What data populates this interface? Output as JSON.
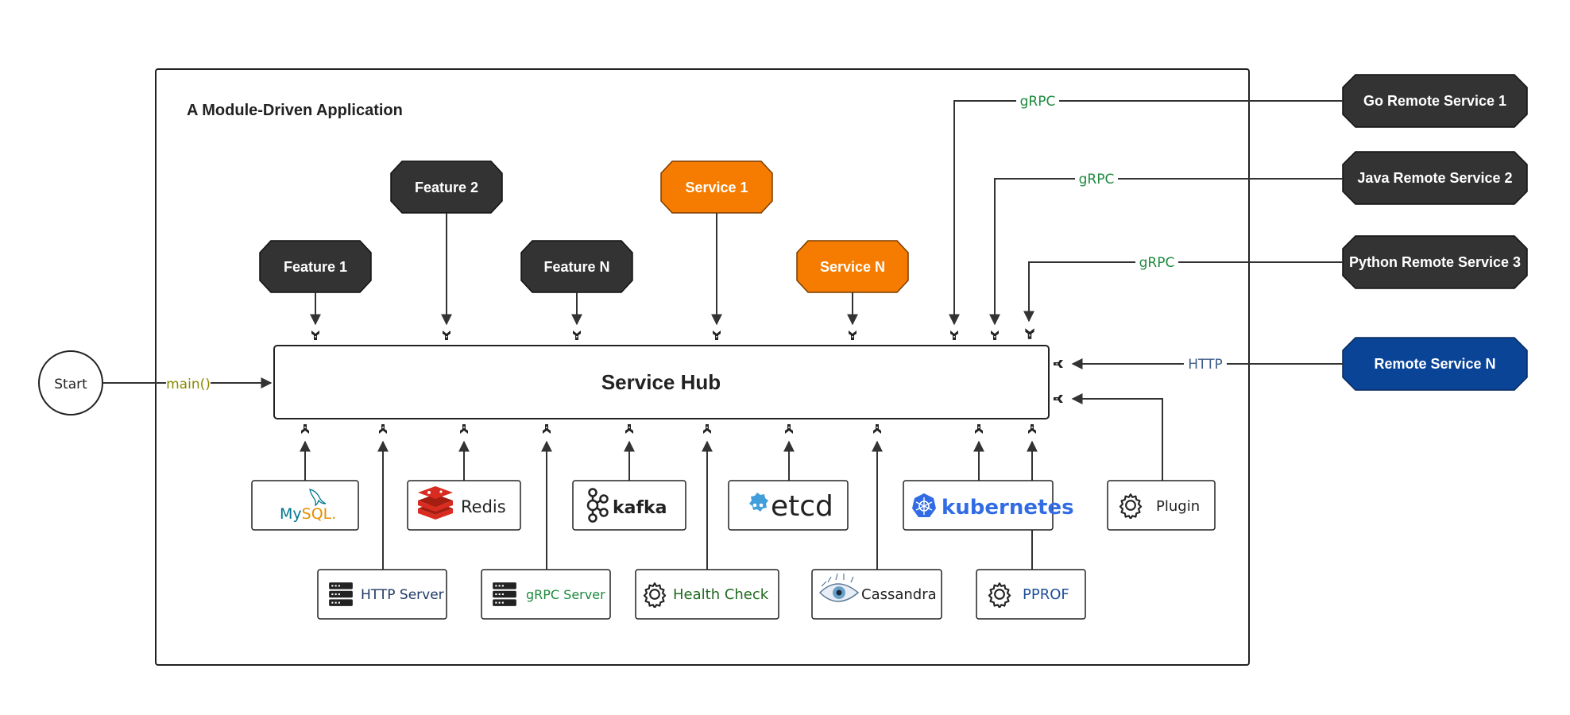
{
  "app_title": "A Module-Driven Application",
  "start": {
    "label": "Start",
    "arrow_label": "main()"
  },
  "hub": {
    "label": "Service Hub"
  },
  "features": [
    {
      "label": "Feature 1"
    },
    {
      "label": "Feature 2"
    },
    {
      "label": "Feature N"
    }
  ],
  "services": [
    {
      "label": "Service 1"
    },
    {
      "label": "Service N"
    }
  ],
  "remote_services": [
    {
      "label": "Go Remote Service 1",
      "protocol": "gRPC"
    },
    {
      "label": "Java Remote Service 2",
      "protocol": "gRPC"
    },
    {
      "label": "Python Remote Service 3",
      "protocol": "gRPC"
    },
    {
      "label": "Remote Service N",
      "protocol": "HTTP"
    }
  ],
  "components_top_row": [
    {
      "label": "MySQL",
      "icon": "mysql-dolphin-logo"
    },
    {
      "label": "Redis",
      "icon": "redis-logo"
    },
    {
      "label": "kafka",
      "icon": "kafka-logo"
    },
    {
      "label": "etcd",
      "icon": "etcd-logo"
    },
    {
      "label": "kubernetes",
      "icon": "kubernetes-logo"
    },
    {
      "label": "Plugin",
      "icon": "gear-icon"
    }
  ],
  "components_bottom_row": [
    {
      "label": "HTTP Server",
      "icon": "server-icon"
    },
    {
      "label": "gRPC Server",
      "icon": "server-icon"
    },
    {
      "label": "Health Check",
      "icon": "gear-icon"
    },
    {
      "label": "Cassandra",
      "icon": "cassandra-eye-logo"
    },
    {
      "label": "PPROF",
      "icon": "gear-icon"
    }
  ],
  "colors": {
    "dark_node": "#333333",
    "service_orange": "#F57C00",
    "remote_blue": "#0A4496",
    "grpc_green": "#1F8A3E",
    "http_blue": "#3F5E8A",
    "main_olive": "#8A8A00",
    "mysql_blue": "#00758F",
    "mysql_orange": "#E48E00",
    "redis_red": "#D82C20",
    "etcd_blue": "#419EDA",
    "k8s_blue": "#326CE5",
    "http_server_text": "#1F3A66",
    "grpc_server_text": "#1F8A3E",
    "health_check_text": "#1E6B1E",
    "pprof_text": "#1F4E99"
  }
}
